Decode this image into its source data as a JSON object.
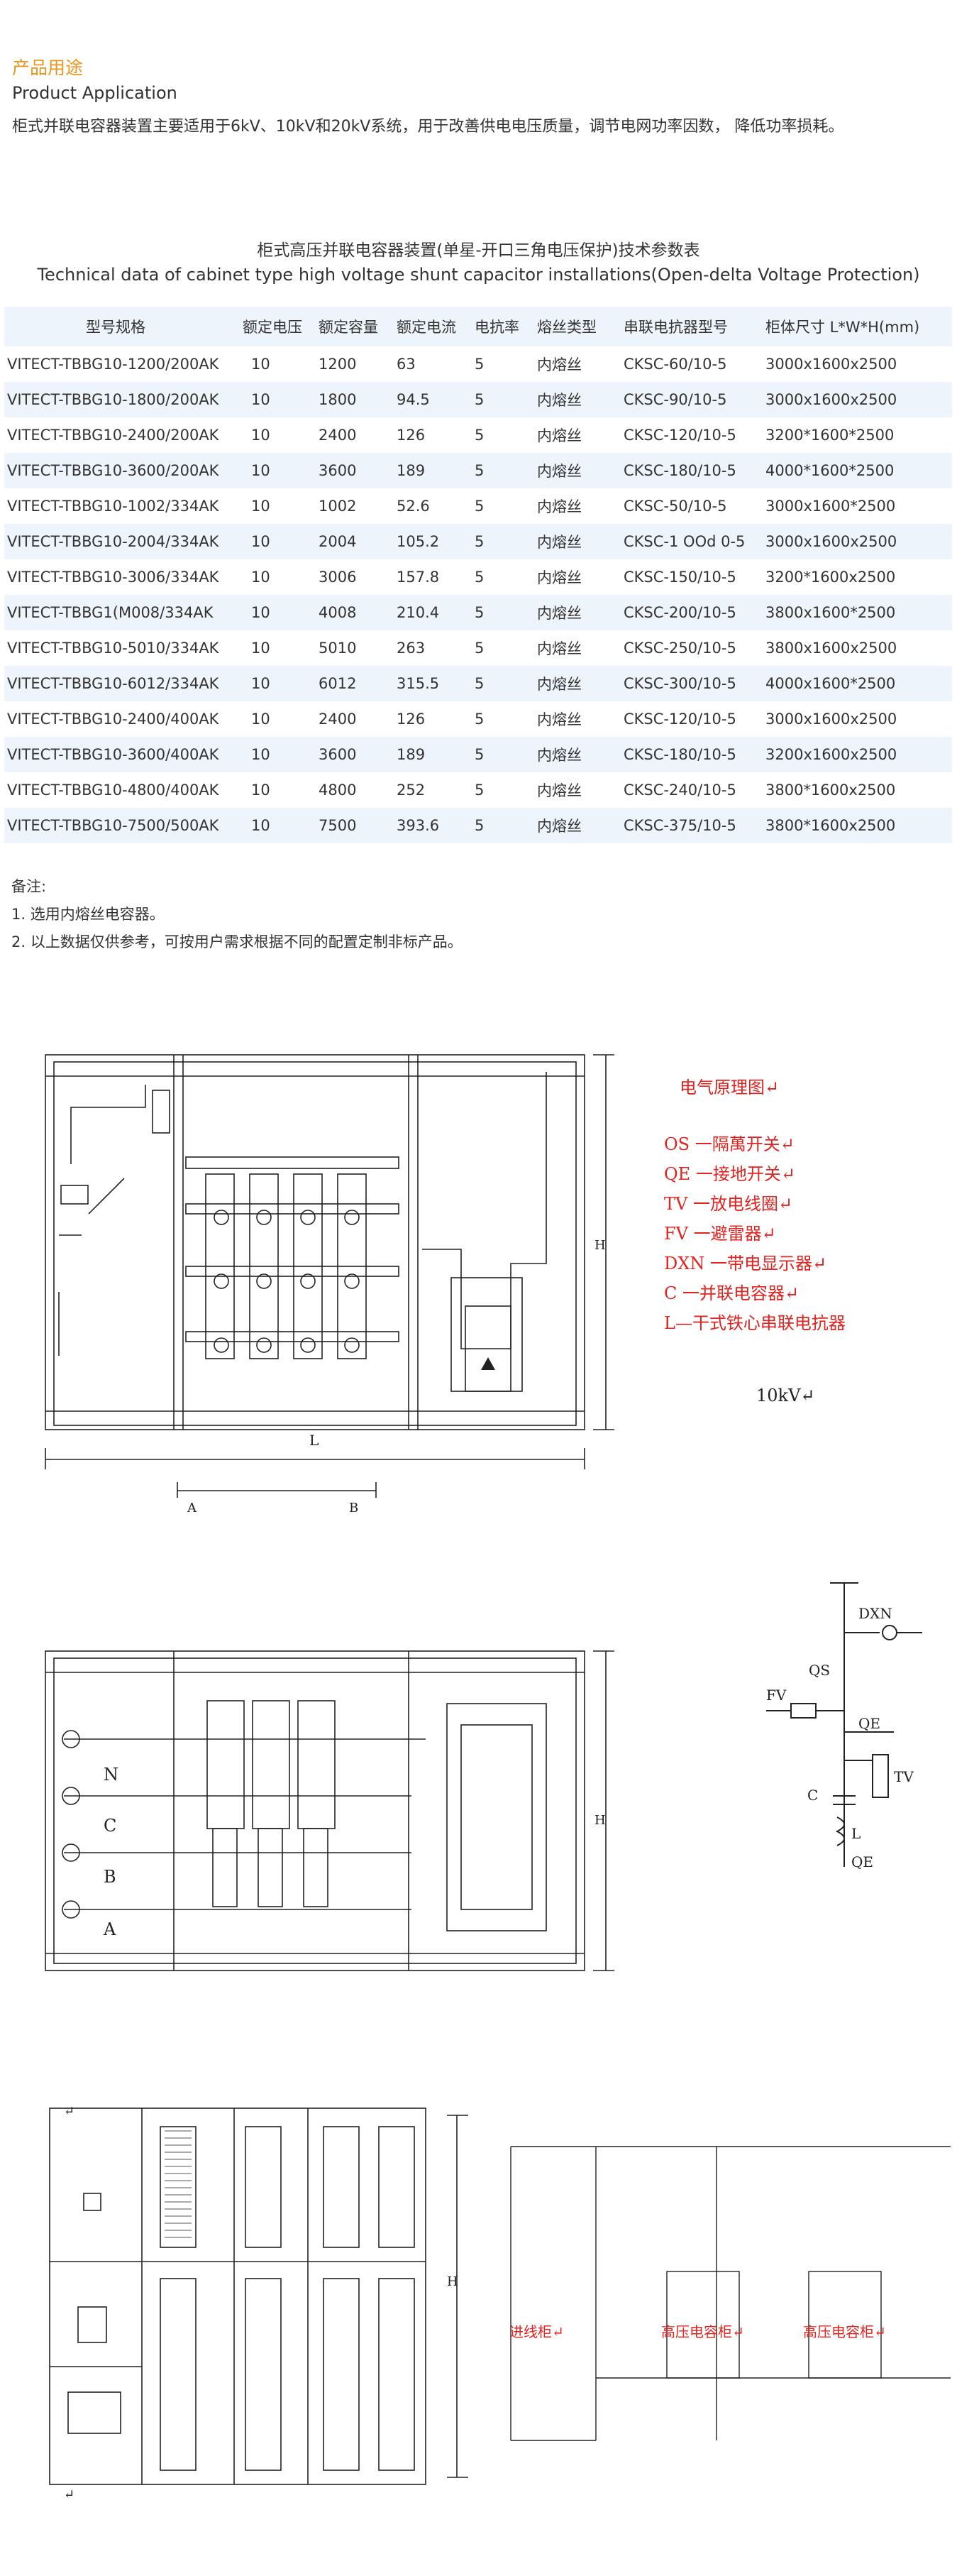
{
  "section": {
    "title": "产品用途",
    "subtitle": "Product Application",
    "description": "柜式并联电容器装置主要适用于6kV、10kV和20kV系统，用于改善供电电压质量，调节电网功率因数， 降低功率损耗。"
  },
  "table": {
    "title_cn": "柜式高压并联电容器装置(单星-开口三角电压保护)技术参数表",
    "title_en": "Technical data of cabinet type high voltage shunt capacitor installations(Open-delta Voltage Protection)",
    "headers": [
      "型号规格",
      "额定电压",
      "额定容量",
      "额定电流",
      "电抗率",
      "熔丝类型",
      "串联电抗器型号",
      "柜体尺寸 L*W*H(mm)"
    ],
    "rows": [
      [
        "VITECT-TBBG10-1200/200AK",
        "10",
        "1200",
        "63",
        "5",
        "内熔丝",
        "CKSC-60/10-5",
        "3000x1600x2500"
      ],
      [
        "VITECT-TBBG10-1800/200AK",
        "10",
        "1800",
        "94.5",
        "5",
        "内熔丝",
        "CKSC-90/10-5",
        "3000x1600x2500"
      ],
      [
        "VITECT-TBBG10-2400/200AK",
        "10",
        "2400",
        "126",
        "5",
        "内熔丝",
        "CKSC-120/10-5",
        "3200*1600*2500"
      ],
      [
        "VITECT-TBBG10-3600/200AK",
        "10",
        "3600",
        "189",
        "5",
        "内熔丝",
        "CKSC-180/10-5",
        "4000*1600*2500"
      ],
      [
        "VITECT-TBBG10-1002/334AK",
        "10",
        "1002",
        "52.6",
        "5",
        "内熔丝",
        "CKSC-50/10-5",
        "3000x1600*2500"
      ],
      [
        "VITECT-TBBG10-2004/334AK",
        "10",
        "2004",
        "105.2",
        "5",
        "内熔丝",
        "CKSC-1 OOd 0-5",
        "3000x1600x2500"
      ],
      [
        "VITECT-TBBG10-3006/334AK",
        "10",
        "3006",
        "157.8",
        "5",
        "内熔丝",
        "CKSC-150/10-5",
        "3200*1600x2500"
      ],
      [
        "VITECT-TBBG1(M008/334AK",
        "10",
        "4008",
        "210.4",
        "5",
        "内熔丝",
        "CKSC-200/10-5",
        "3800x1600*2500"
      ],
      [
        "VITECT-TBBG10-5010/334AK",
        "10",
        "5010",
        "263",
        "5",
        "内熔丝",
        "CKSC-250/10-5",
        "3800x1600x2500"
      ],
      [
        "VITECT-TBBG10-6012/334AK",
        "10",
        "6012",
        "315.5",
        "5",
        "内熔丝",
        "CKSC-300/10-5",
        "4000x1600*2500"
      ],
      [
        "VITECT-TBBG10-2400/400AK",
        "10",
        "2400",
        "126",
        "5",
        "内熔丝",
        "CKSC-120/10-5",
        "3000x1600x2500"
      ],
      [
        "VITECT-TBBG10-3600/400AK",
        "10",
        "3600",
        "189",
        "5",
        "内熔丝",
        "CKSC-180/10-5",
        "3200x1600x2500"
      ],
      [
        "VITECT-TBBG10-4800/400AK",
        "10",
        "4800",
        "252",
        "5",
        "内熔丝",
        "CKSC-240/10-5",
        "3800*1600x2500"
      ],
      [
        "VITECT-TBBG10-7500/500AK",
        "10",
        "7500",
        "393.6",
        "5",
        "内熔丝",
        "CKSC-375/10-5",
        "3800*1600x2500"
      ]
    ]
  },
  "notes": {
    "title": "备注:",
    "items": [
      "1.  选用内熔丝电容器。",
      "2.  以上数据仅供参考，可按用户需求根据不同的配置定制非标产品。"
    ]
  },
  "diagram1": {
    "legend_title": "电气原理图↵",
    "legend_items": [
      "OS 一隔萬开关↵",
      "QE 一接地开关↵",
      "TV 一放电线圈↵",
      "FV 一避雷器↵",
      "DXN 一带电显示器↵",
      "C 一并联电容器↵",
      "L—干式铁心串联电抗器"
    ],
    "voltage": "10kV↵",
    "dim_l": "L",
    "dim_h": "H",
    "label_a": "A",
    "label_b": "B"
  },
  "schematic": {
    "labels": [
      "DXN",
      "QS",
      "FV",
      "QE",
      "C",
      "TV",
      "L",
      "QE"
    ]
  },
  "diagram2": {
    "phase_labels": [
      "N",
      "C",
      "B",
      "A"
    ],
    "dim_h": "H"
  },
  "diagram3": {
    "dim_h": "H",
    "panel_labels": [
      "进线柜↵",
      "高压电容柜↵",
      "高压电容柜↵"
    ],
    "return_marks": [
      "↵",
      "↵",
      "↵"
    ]
  },
  "colors": {
    "accent": "#e8961e",
    "legend_red": "#e3231f",
    "row_alt": "#eef4fb"
  }
}
